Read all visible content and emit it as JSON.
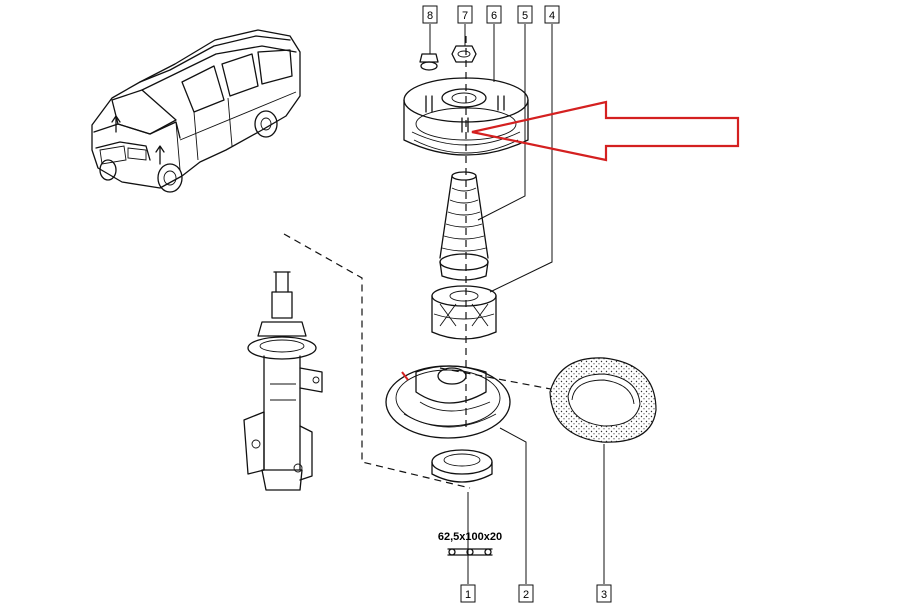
{
  "callouts": {
    "c1": "1",
    "c2": "2",
    "c3": "3",
    "c4": "4",
    "c5": "5",
    "c6": "6",
    "c7": "7",
    "c8": "8"
  },
  "dimension": "62,5x100x20",
  "colors": {
    "arrow": "#d42020",
    "ink": "#111111",
    "background": "#ffffff"
  }
}
